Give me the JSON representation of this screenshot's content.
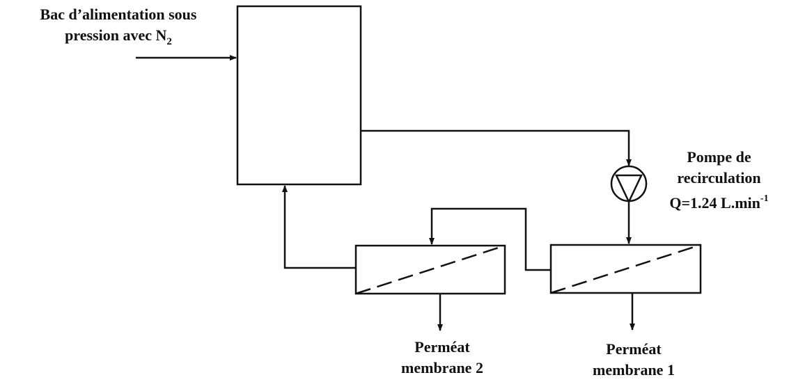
{
  "colors": {
    "line": "#111111",
    "background": "#ffffff"
  },
  "labels": {
    "feed_tank": {
      "line1": "Bac d’alimentation sous",
      "line2_text": "pression avec N",
      "line2_subscript": "2"
    },
    "pump": {
      "line1": "Pompe de",
      "line2": "recirculation",
      "line3_text": "Q=1.24 L.min",
      "line3_superscript": "-1"
    },
    "permeate_2": {
      "line1": "Perméat",
      "line2": "membrane 2"
    },
    "permeate_1": {
      "line1": "Perméat",
      "line2": "membrane 1"
    }
  },
  "icons": {
    "pump_symbol": "pump-triangle-in-circle-icon",
    "membrane_symbol": "membrane-module-dashed-diagonal-icon"
  }
}
